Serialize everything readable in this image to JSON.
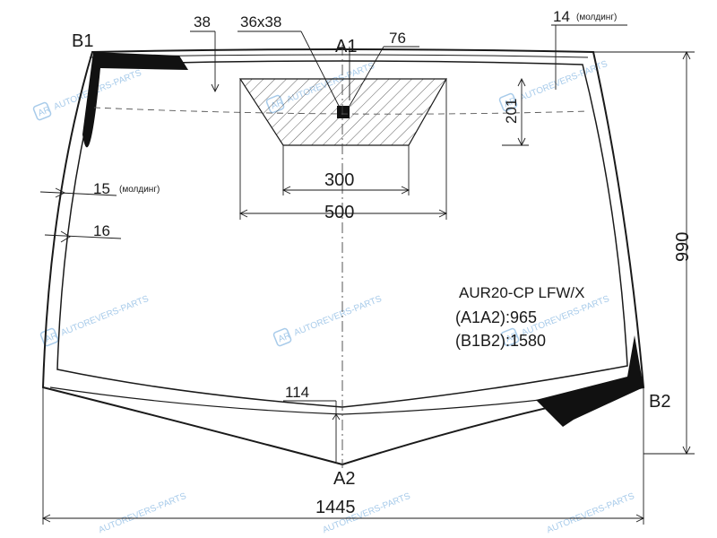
{
  "points": {
    "b1": "B1",
    "b2": "B2",
    "a1": "A1",
    "a2": "A2"
  },
  "dimensions": {
    "d38": "38",
    "d36x38": "36x38",
    "d76": "76",
    "d14": "14",
    "d14_note": "(молдинг)",
    "d201": "201",
    "d15": "15",
    "d15_note": "(молдинг)",
    "d16": "16",
    "d300": "300",
    "d500": "500",
    "d990": "990",
    "d114": "114",
    "d1445": "1445"
  },
  "info": {
    "code": "AUR20-CP  LFW/X",
    "a1a2": "(A1A2):965",
    "b1b2": "(B1B2):1580"
  },
  "watermark": {
    "text": "AUTOREVERS-PARTS",
    "logo": "AR"
  },
  "colors": {
    "line": "#1a1a1a",
    "watermark": "#9fc6e8"
  }
}
